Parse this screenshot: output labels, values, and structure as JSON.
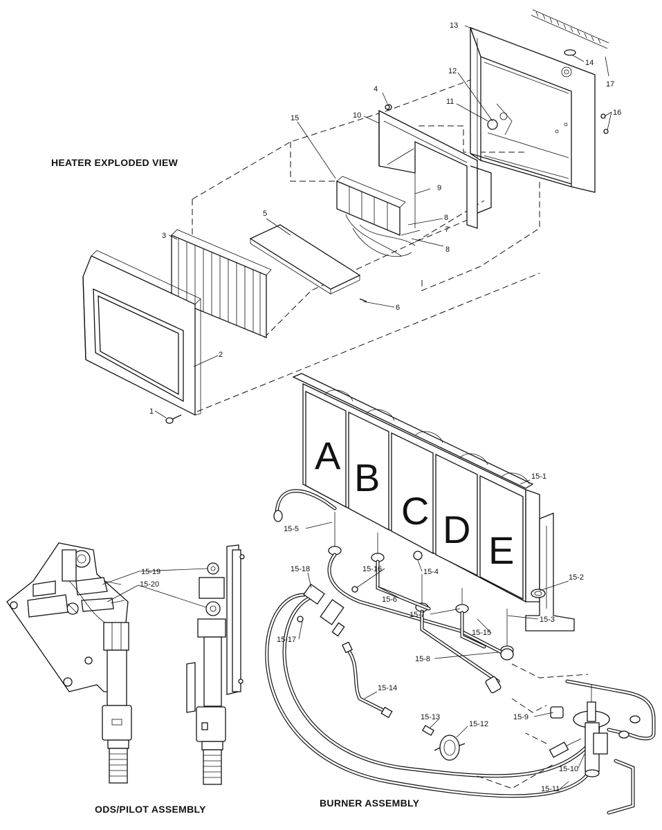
{
  "titles": {
    "heater": "HEATER EXPLODED VIEW",
    "burner": "BURNER ASSEMBLY",
    "ods": "ODS/PILOT ASSEMBLY"
  },
  "burner_letters": [
    "A",
    "B",
    "C",
    "D",
    "E"
  ],
  "heater_labels": [
    "1",
    "2",
    "3",
    "4",
    "5",
    "6",
    "7",
    "8",
    "8",
    "9",
    "10",
    "11",
    "12",
    "13",
    "14",
    "15",
    "16",
    "17"
  ],
  "burner_labels": [
    "15-1",
    "15-2",
    "15-3",
    "15-4",
    "15-5",
    "15-6",
    "15-7",
    "15-8",
    "15-9",
    "15-10",
    "15-11",
    "15-12",
    "15-13",
    "15-14",
    "15-15",
    "15-16",
    "15-17",
    "15-18"
  ],
  "ods_labels": [
    "15-19",
    "15-20"
  ]
}
